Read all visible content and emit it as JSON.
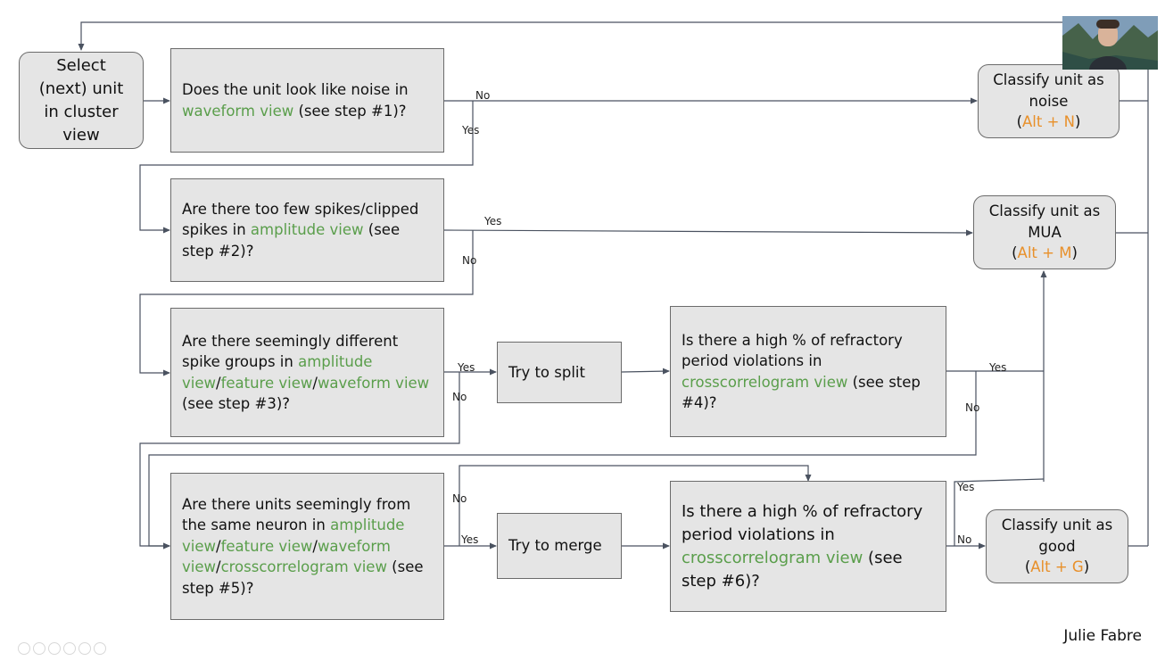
{
  "colors": {
    "view_text": "#5a9e4b",
    "shortcut_text": "#e8902a",
    "box_fill": "#e5e5e5",
    "arrow": "#4a5260"
  },
  "start": {
    "text": "Select (next) unit in cluster view"
  },
  "q1": {
    "pre": "Does the unit look like noise in ",
    "view": "waveform view",
    "post": " (see step #1)?"
  },
  "q2": {
    "pre": "Are there too few spikes/clipped spikes  in ",
    "view": "amplitude view",
    "post": " (see step #2)?"
  },
  "q3": {
    "pre": "Are there seemingly different spike groups in ",
    "view1": "amplitude view",
    "sep1": "/",
    "view2": "feature view",
    "sep2": "/",
    "view3": "waveform view",
    "post": " (see step #3)?"
  },
  "q4": {
    "pre": "Is there a high % of refractory period violations in ",
    "view": "crosscorrelogram view",
    "post": " (see step #4)?"
  },
  "q5": {
    "pre": "Are there units seemingly from the same neuron in ",
    "view1": "amplitude view",
    "sep1": "/",
    "view2": "feature view",
    "sep2": "/",
    "view3": "waveform view",
    "sep3": "/",
    "view4": "crosscorrelogram view",
    "post": " (see step #5)?"
  },
  "q6": {
    "pre": "Is there a high % of refractory period violations in ",
    "view": "crosscorrelogram view",
    "post": " (see step #6)?"
  },
  "split": {
    "text": "Try to split"
  },
  "merge": {
    "text": "Try to merge"
  },
  "noise": {
    "text": "Classify unit as noise",
    "shortcut": "Alt + N",
    "open": "(",
    "close": ")"
  },
  "mua": {
    "text": "Classify unit as MUA",
    "shortcut": "Alt + M",
    "open": "(",
    "close": ")"
  },
  "good": {
    "text": "Classify unit as good",
    "shortcut": "Alt + G",
    "open": "(",
    "close": ")"
  },
  "labels": {
    "yes": "Yes",
    "no": "No"
  },
  "credit": "Julie Fabre"
}
